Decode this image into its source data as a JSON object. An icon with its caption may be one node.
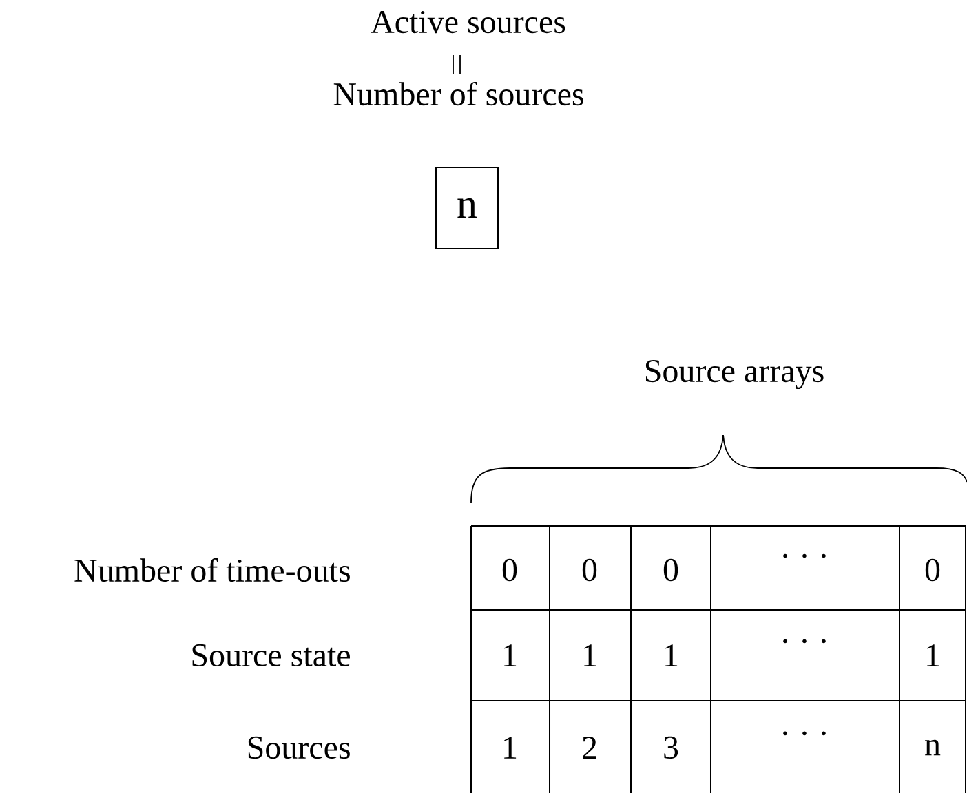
{
  "diagram": {
    "nodes": [
      {
        "text": [
          "n"
        ]
      }
    ],
    "labels": [
      "Active sources",
      "Number of sources",
      "Source arrays",
      "Number of time-outs",
      "0",
      "0",
      "0",
      "· · ·",
      "0",
      "Source state",
      "1",
      "1",
      "1",
      "· · ·",
      "1",
      "Sources",
      "1",
      "2",
      "3",
      "· · ·",
      "n"
    ]
  }
}
